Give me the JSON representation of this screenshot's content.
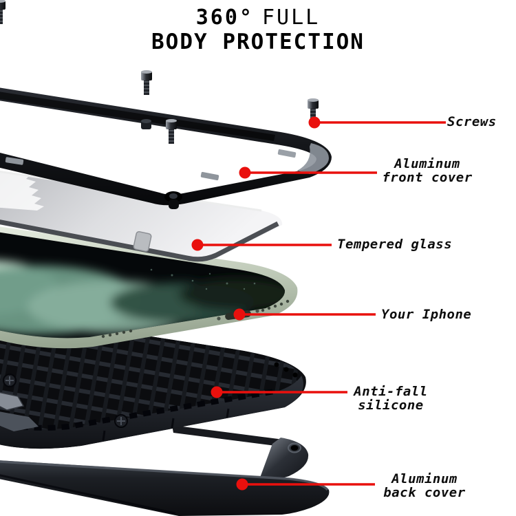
{
  "title": {
    "line1_strong": "360°",
    "line1_light": "FULL",
    "line2": "BODY PROTECTION"
  },
  "colors": {
    "accent_red": "#e9100d",
    "case_black": "#15171b",
    "phone_green": "#bcc7b5",
    "glass_gray": "#d8d9db",
    "text_black": "#0d0d0d"
  },
  "callouts": {
    "screws": {
      "label": "Screws"
    },
    "front_cover": {
      "label_line1": "Aluminum",
      "label_line2": "front cover"
    },
    "tempered_glass": {
      "label": "Tempered glass"
    },
    "iphone": {
      "label": "Your Iphone"
    },
    "silicone": {
      "label_line1": "Anti-fall",
      "label_line2": "silicone"
    },
    "back_cover": {
      "label_line1": "Aluminum",
      "label_line2": "back cover"
    }
  }
}
